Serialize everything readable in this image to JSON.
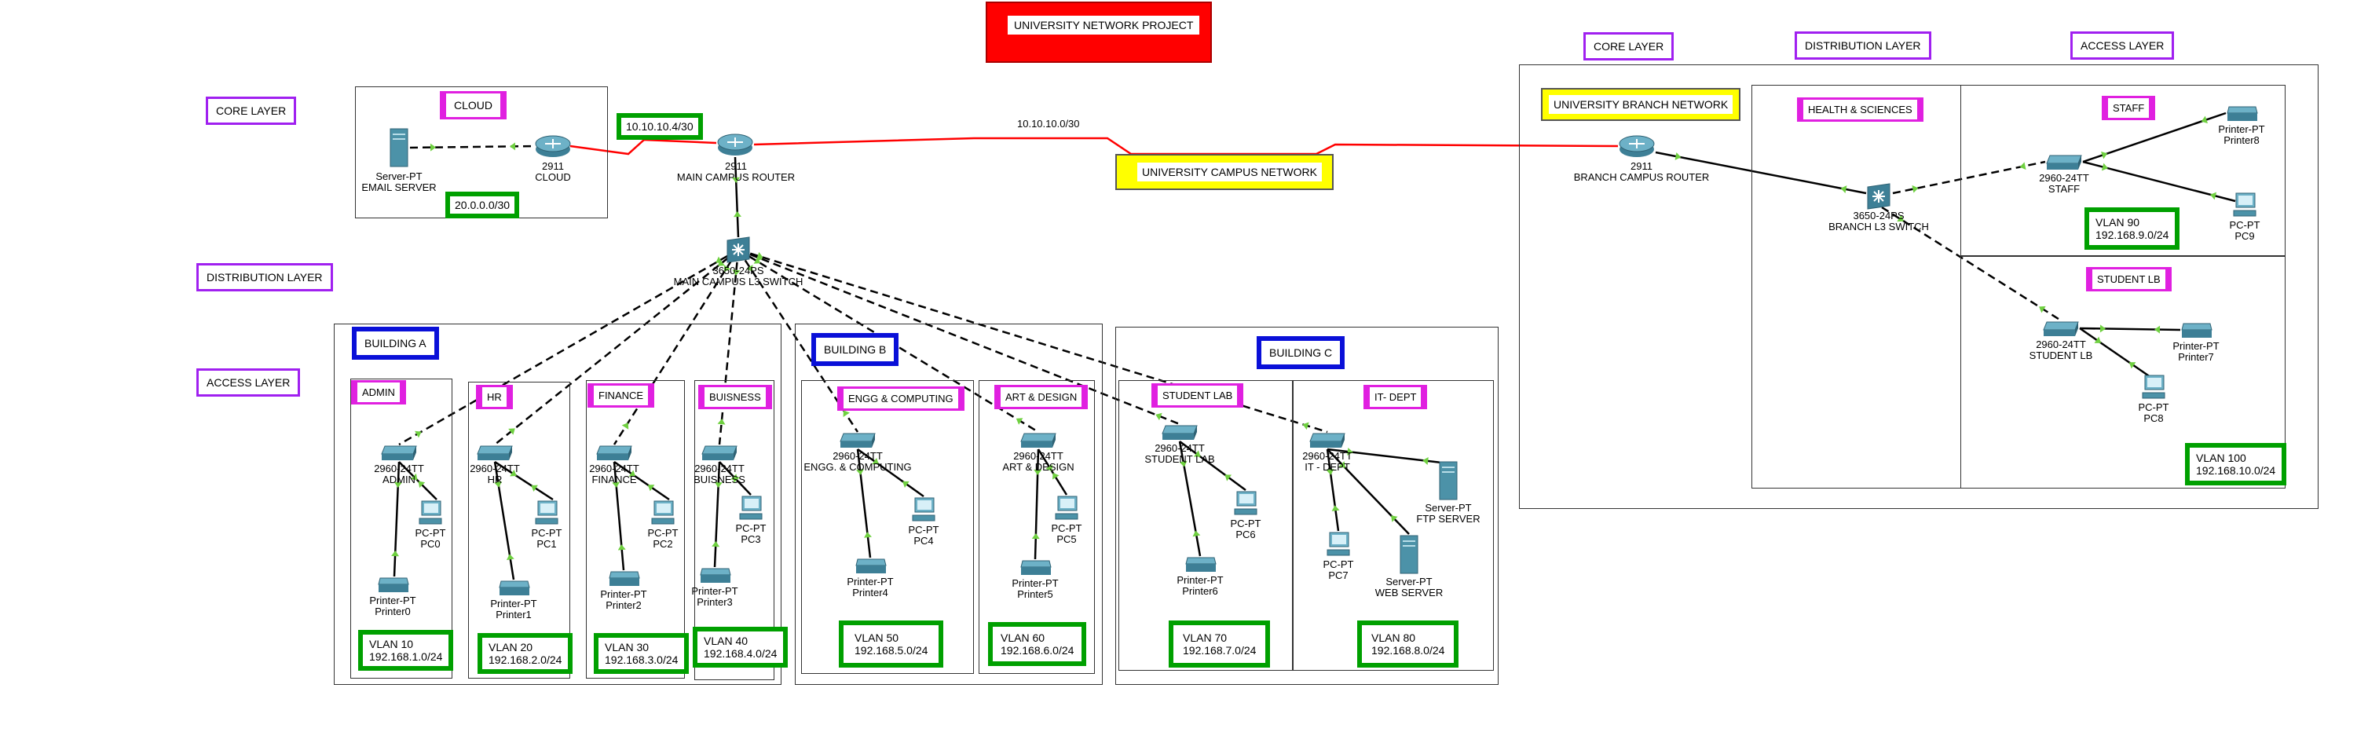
{
  "title": "UNIVERSITY NETWORK PROJECT",
  "layers": {
    "core": "CORE LAYER",
    "distribution": "DISTRIBUTION LAYER",
    "access": "ACCESS LAYER"
  },
  "cloud": {
    "label": "CLOUD",
    "server_type": "Server-PT",
    "server_name": "EMAIL SERVER",
    "router_model": "2911",
    "router_name": "CLOUD",
    "subnet": "20.0.0.0/30"
  },
  "main_campus": {
    "router_model": "2911",
    "router_name": "MAIN CAMPUS ROUTER",
    "link_subnet": "10.10.10.4/30",
    "switch_model": "3650-24PS",
    "switch_name": "MAIN CAMPUS L3 SWITCH",
    "network_label": "UNIVERSITY CAMPUS NETWORK"
  },
  "wan_subnet": "10.10.10.0/30",
  "buildings": [
    {
      "name": "BUILDING A",
      "departments": [
        {
          "name": "ADMIN",
          "switch_model": "2960-24TT",
          "switch_name": "ADMIN",
          "pc_type": "PC-PT",
          "pc_name": "PC0",
          "printer_type": "Printer-PT",
          "printer_name": "Printer0",
          "vlan": "VLAN 10",
          "subnet": "192.168.1.0/24"
        },
        {
          "name": "HR",
          "switch_model": "2960-24TT",
          "switch_name": "HR",
          "pc_type": "PC-PT",
          "pc_name": "PC1",
          "printer_type": "Printer-PT",
          "printer_name": "Printer1",
          "vlan": "VLAN 20",
          "subnet": "192.168.2.0/24"
        },
        {
          "name": "FINANCE",
          "switch_model": "2960-24TT",
          "switch_name": "FINANCE",
          "pc_type": "PC-PT",
          "pc_name": "PC2",
          "printer_type": "Printer-PT",
          "printer_name": "Printer2",
          "vlan": "VLAN 30",
          "subnet": "192.168.3.0/24"
        },
        {
          "name": "BUISNESS",
          "switch_model": "2960-24TT",
          "switch_name": "BUISNESS",
          "pc_type": "PC-PT",
          "pc_name": "PC3",
          "printer_type": "Printer-PT",
          "printer_name": "Printer3",
          "vlan": "VLAN 40",
          "subnet": "192.168.4.0/24"
        }
      ]
    },
    {
      "name": "BUILDING B",
      "departments": [
        {
          "name": "ENGG & COMPUTING",
          "switch_model": "2960-24TT",
          "switch_name": "ENGG. & COMPUTING",
          "pc_type": "PC-PT",
          "pc_name": "PC4",
          "printer_type": "Printer-PT",
          "printer_name": "Printer4",
          "vlan": "VLAN 50",
          "subnet": "192.168.5.0/24"
        },
        {
          "name": "ART & DESIGN",
          "switch_model": "2960-24TT",
          "switch_name": "ART & DESIGN",
          "pc_type": "PC-PT",
          "pc_name": "PC5",
          "printer_type": "Printer-PT",
          "printer_name": "Printer5",
          "vlan": "VLAN 60",
          "subnet": "192.168.6.0/24"
        }
      ]
    },
    {
      "name": "BUILDING C",
      "departments": [
        {
          "name": "STUDENT LAB",
          "switch_model": "2960-24TT",
          "switch_name": "STUDENT LAB",
          "pc_type": "PC-PT",
          "pc_name": "PC6",
          "printer_type": "Printer-PT",
          "printer_name": "Printer6",
          "vlan": "VLAN 70",
          "subnet": "192.168.7.0/24"
        },
        {
          "name": "IT- DEPT",
          "switch_model": "2960-24TT",
          "switch_name": "IT - DEPT",
          "pc_type": "PC-PT",
          "pc_name": "PC7",
          "server1_type": "Server-PT",
          "server1_name": "FTP SERVER",
          "server2_type": "Server-PT",
          "server2_name": "WEB SERVER",
          "vlan": "VLAN 80",
          "subnet": "192.168.8.0/24"
        }
      ]
    }
  ],
  "branch": {
    "network_label": "UNIVERSITY BRANCH NETWORK",
    "router_model": "2911",
    "router_name": "BRANCH CAMPUS ROUTER",
    "area_label": "HEALTH & SCIENCES",
    "switch_model": "3650-24PS",
    "switch_name": "BRANCH L3 SWITCH",
    "departments": [
      {
        "name": "STAFF",
        "switch_model": "2960-24TT",
        "switch_name": "STAFF",
        "pc_type": "PC-PT",
        "pc_name": "PC9",
        "printer_type": "Printer-PT",
        "printer_name": "Printer8",
        "vlan": "VLAN 90",
        "subnet": "192.168.9.0/24"
      },
      {
        "name": "STUDENT LB",
        "switch_model": "2960-24TT",
        "switch_name": "STUDENT LB",
        "pc_type": "PC-PT",
        "pc_name": "PC8",
        "printer_type": "Printer-PT",
        "printer_name": "Printer7",
        "vlan": "VLAN 100",
        "subnet": "192.168.10.0/24"
      }
    ]
  },
  "colors": {
    "layer_border": "#a020f0",
    "building_border": "#0a10d8",
    "dept_border": "#e020e0",
    "vlan_border": "#00a000",
    "title_fill": "#ff0000",
    "note_fill": "#ffff00",
    "wan_link": "#ff0000",
    "link_arrow": "#6fd040"
  }
}
